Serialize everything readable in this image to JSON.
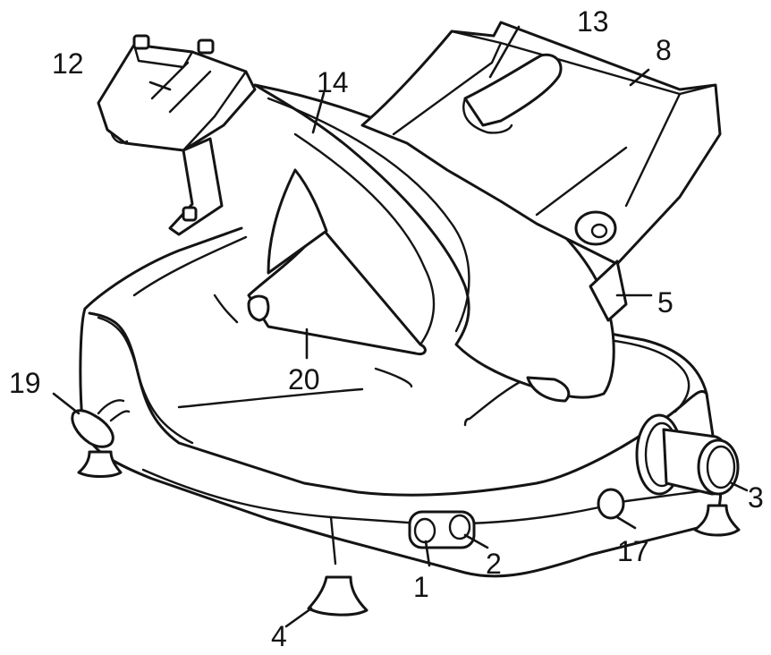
{
  "figure": {
    "callouts": {
      "c1": "1",
      "c2": "2",
      "c3": "3",
      "c4": "4",
      "c5": "5",
      "c8": "8",
      "c12": "12",
      "c13": "13",
      "c14": "14",
      "c17": "17",
      "c19": "19",
      "c20": "20"
    },
    "colors": {
      "ink": "#141414",
      "background": "#ffffff"
    }
  }
}
